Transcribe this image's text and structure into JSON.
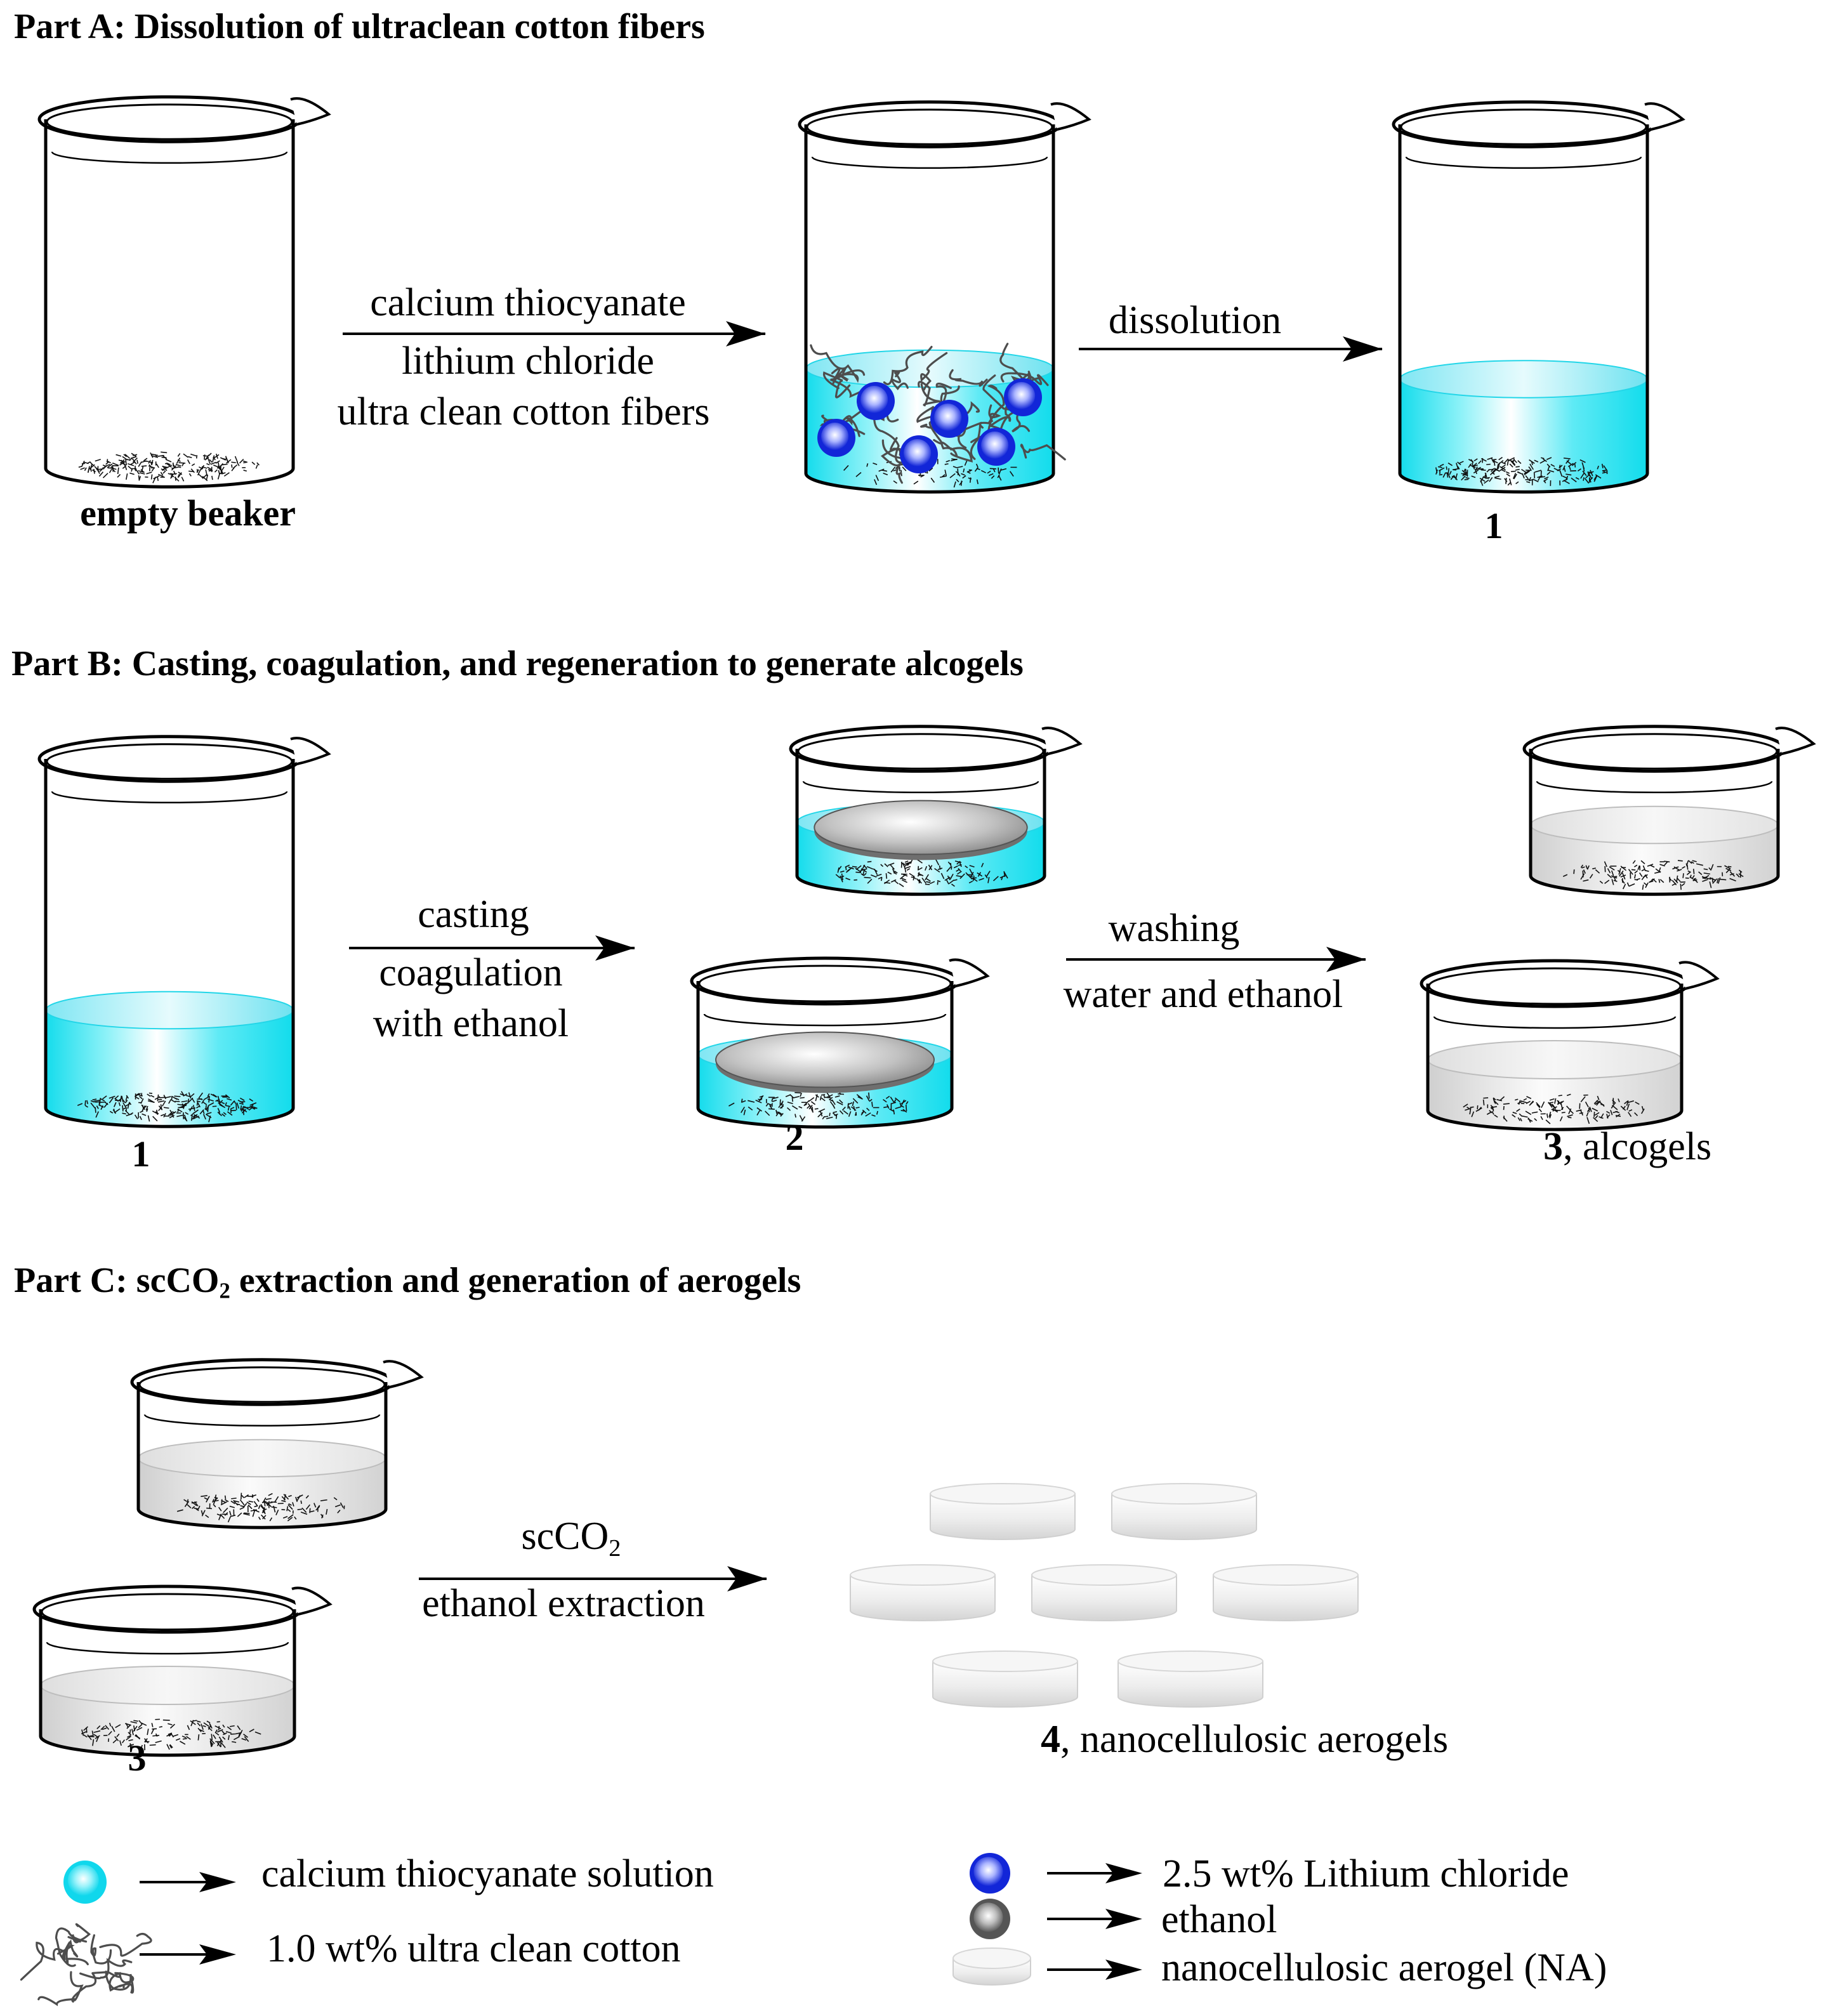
{
  "part_a": {
    "title": "Part A: Dissolution of ultraclean cotton fibers",
    "step1_lines": [
      "calcium thiocyanate",
      "lithium chloride",
      "ultra clean cotton fibers"
    ],
    "step2": "dissolution",
    "label_empty": "empty beaker",
    "label_1": "1"
  },
  "part_b": {
    "title": "Part B: Casting, coagulation, and regeneration to generate alcogels",
    "step1_lines": [
      "casting",
      "coagulation",
      "with ethanol"
    ],
    "step2_lines": [
      "washing",
      "water and ethanol"
    ],
    "label_1": "1",
    "label_2": "2",
    "label_3_num": "3",
    "label_3_text": ", alcogels"
  },
  "part_c": {
    "title_prefix": "Part C: scCO",
    "title_sub": "2",
    "title_suffix": " extraction and generation of aerogels",
    "step_line1_prefix": "scCO",
    "step_line1_sub": "2",
    "step_line2": "ethanol extraction",
    "label_3": "3",
    "label_4_num": "4",
    "label_4_text": ", nanocellulosic aerogels"
  },
  "legend": {
    "calcium": "calcium thiocyanate solution",
    "cotton": "1.0 wt% ultra clean cotton",
    "licl": "2.5 wt% Lithium chloride",
    "ethanol": "ethanol",
    "na": "nanocellulosic aerogel (NA)"
  },
  "colors": {
    "solution": "#19e4f2",
    "licl": "#1226d8",
    "gel": "#d9d9d9",
    "outline": "#000000"
  }
}
